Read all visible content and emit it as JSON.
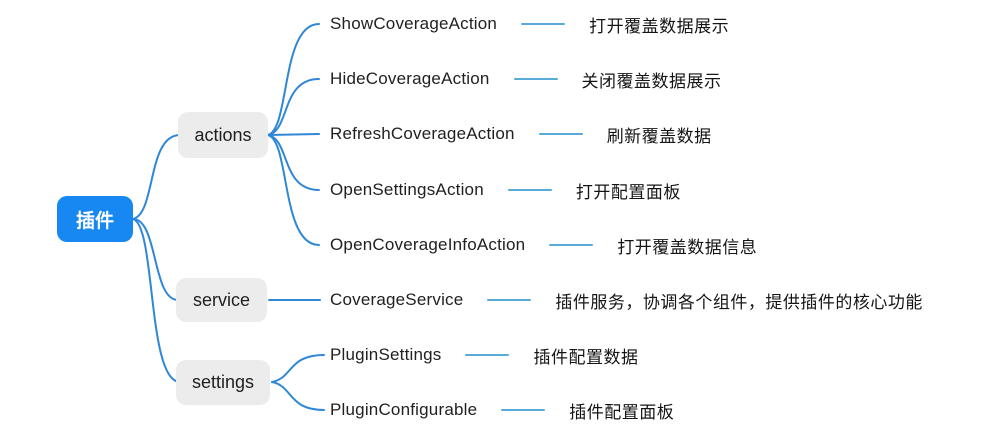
{
  "root": {
    "label": "插件"
  },
  "branches": [
    {
      "label": "actions",
      "children": [
        {
          "name": "ShowCoverageAction",
          "desc": "打开覆盖数据展示"
        },
        {
          "name": "HideCoverageAction",
          "desc": "关闭覆盖数据展示"
        },
        {
          "name": "RefreshCoverageAction",
          "desc": "刷新覆盖数据"
        },
        {
          "name": "OpenSettingsAction",
          "desc": "打开配置面板"
        },
        {
          "name": "OpenCoverageInfoAction",
          "desc": "打开覆盖数据信息"
        }
      ]
    },
    {
      "label": "service",
      "children": [
        {
          "name": "CoverageService",
          "desc": "插件服务，协调各个组件，提供插件的核心功能"
        }
      ]
    },
    {
      "label": "settings",
      "children": [
        {
          "name": "PluginSettings",
          "desc": "插件配置数据"
        },
        {
          "name": "PluginConfigurable",
          "desc": "插件配置面板"
        }
      ]
    }
  ],
  "colors": {
    "root_bg": "#1787f2",
    "branch_bg": "#ececec",
    "line": "#2f87d6",
    "connector": "#58aad8"
  }
}
